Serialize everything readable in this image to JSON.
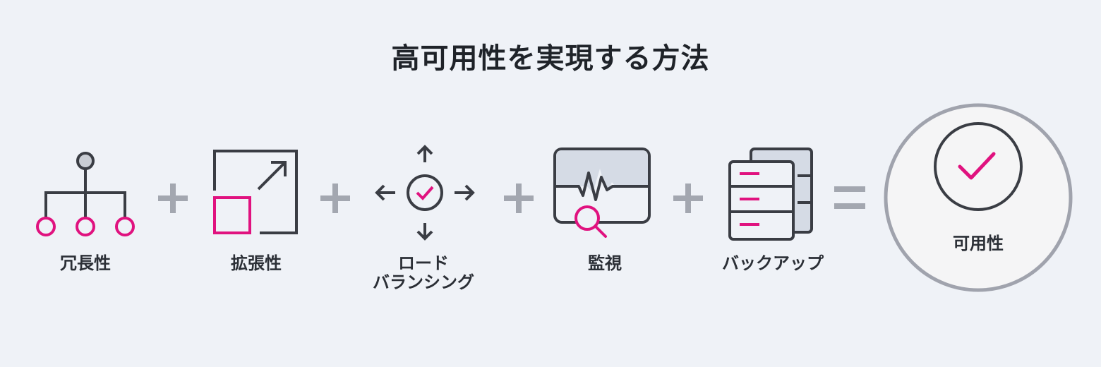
{
  "title": "高可用性を実現する方法",
  "items": [
    {
      "label": "冗長性",
      "icon": "hierarchy-icon"
    },
    {
      "label": "拡張性",
      "icon": "scale-expand-icon"
    },
    {
      "label_line1": "ロード",
      "label_line2": "バランシング",
      "icon": "load-balance-icon"
    },
    {
      "label": "監視",
      "icon": "monitor-icon"
    },
    {
      "label": "バックアップ",
      "icon": "server-stack-icon"
    }
  ],
  "operators": [
    "+",
    "+",
    "+",
    "+",
    "="
  ],
  "result": {
    "label": "可用性",
    "icon": "check-circle-icon"
  },
  "colors": {
    "accent": "#e0127f",
    "stroke": "#3a3d44",
    "operator": "#a3a7b0",
    "panel": "#d5dbe5",
    "result_ring": "#a0a3ad",
    "result_fill": "#f5f5f6"
  }
}
